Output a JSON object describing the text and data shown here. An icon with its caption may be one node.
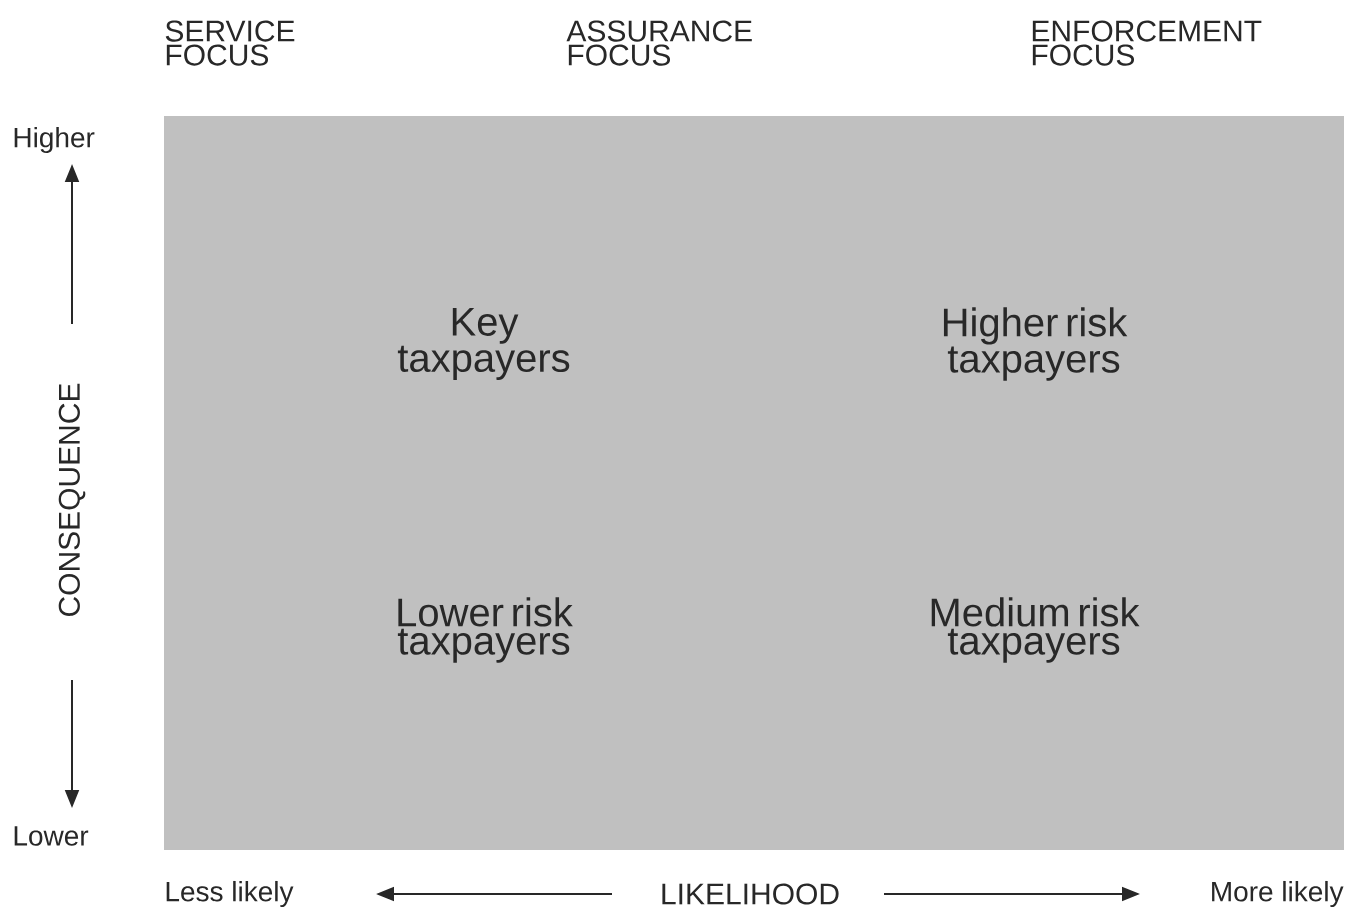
{
  "diagram": {
    "labels": [
      "SERVICE FOCUS",
      "ASSURANCE FOCUS",
      "ENFORCEMENT FOCUS",
      "Higher",
      "CONSEQUENCE",
      "Key taxpayers",
      "Higher risk taxpayers",
      "Lower risk taxpayers",
      "Medium risk taxpayers",
      "Lower",
      "Less likely",
      "LIKELIHOOD",
      "More likely"
    ]
  }
}
